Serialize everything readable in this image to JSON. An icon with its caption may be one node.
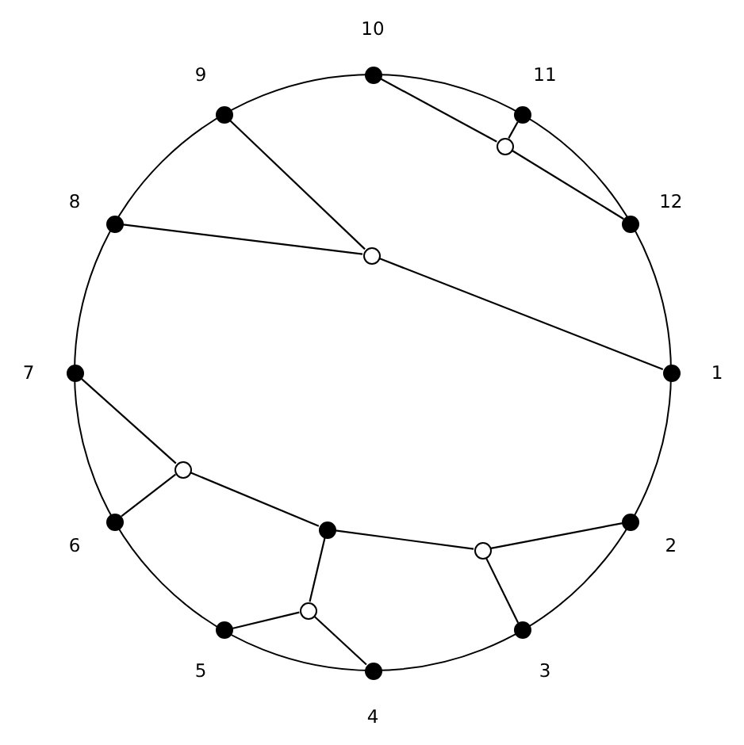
{
  "diagram": {
    "nodes": [
      {
        "text": [],
        "shape": "dot",
        "beside": [
          "1"
        ]
      },
      {
        "text": [],
        "shape": "dot",
        "beside": [
          "2"
        ]
      },
      {
        "text": [],
        "shape": "dot",
        "beside": [
          "3"
        ]
      },
      {
        "text": [],
        "shape": "dot",
        "beside": [
          "4"
        ]
      },
      {
        "text": [],
        "shape": "dot",
        "beside": [
          "5"
        ]
      },
      {
        "text": [],
        "shape": "dot",
        "beside": [
          "6"
        ]
      },
      {
        "text": [],
        "shape": "dot",
        "beside": [
          "7"
        ]
      },
      {
        "text": [],
        "shape": "dot",
        "beside": [
          "8"
        ]
      },
      {
        "text": [],
        "shape": "dot",
        "beside": [
          "9"
        ]
      },
      {
        "text": [],
        "shape": "dot",
        "beside": [
          "10"
        ]
      },
      {
        "text": [],
        "shape": "dot",
        "beside": [
          "11"
        ]
      },
      {
        "text": [],
        "shape": "dot",
        "beside": [
          "12"
        ]
      },
      {
        "text": [],
        "shape": "circle"
      },
      {
        "text": [],
        "shape": "circle"
      },
      {
        "text": [],
        "shape": "circle"
      },
      {
        "text": [],
        "shape": "dot"
      },
      {
        "text": [],
        "shape": "circle"
      },
      {
        "text": [],
        "shape": "circle"
      }
    ],
    "edges": [
      {
        "from": 9,
        "to": 12,
        "arrow": "none"
      },
      {
        "from": 12,
        "to": 10,
        "arrow": "none"
      },
      {
        "from": 12,
        "to": 11,
        "arrow": "none"
      },
      {
        "from": 8,
        "to": 13,
        "arrow": "none"
      },
      {
        "from": 7,
        "to": 13,
        "arrow": "none"
      },
      {
        "from": 13,
        "to": 0,
        "arrow": "none"
      },
      {
        "from": 6,
        "to": 14,
        "arrow": "none"
      },
      {
        "from": 5,
        "to": 14,
        "arrow": "none"
      },
      {
        "from": 14,
        "to": 15,
        "arrow": "none"
      },
      {
        "from": 15,
        "to": 16,
        "arrow": "none"
      },
      {
        "from": 16,
        "to": 1,
        "arrow": "none"
      },
      {
        "from": 16,
        "to": 2,
        "arrow": "none"
      },
      {
        "from": 15,
        "to": 17,
        "arrow": "none"
      },
      {
        "from": 17,
        "to": 4,
        "arrow": "none"
      },
      {
        "from": 17,
        "to": 3,
        "arrow": "none"
      }
    ]
  }
}
